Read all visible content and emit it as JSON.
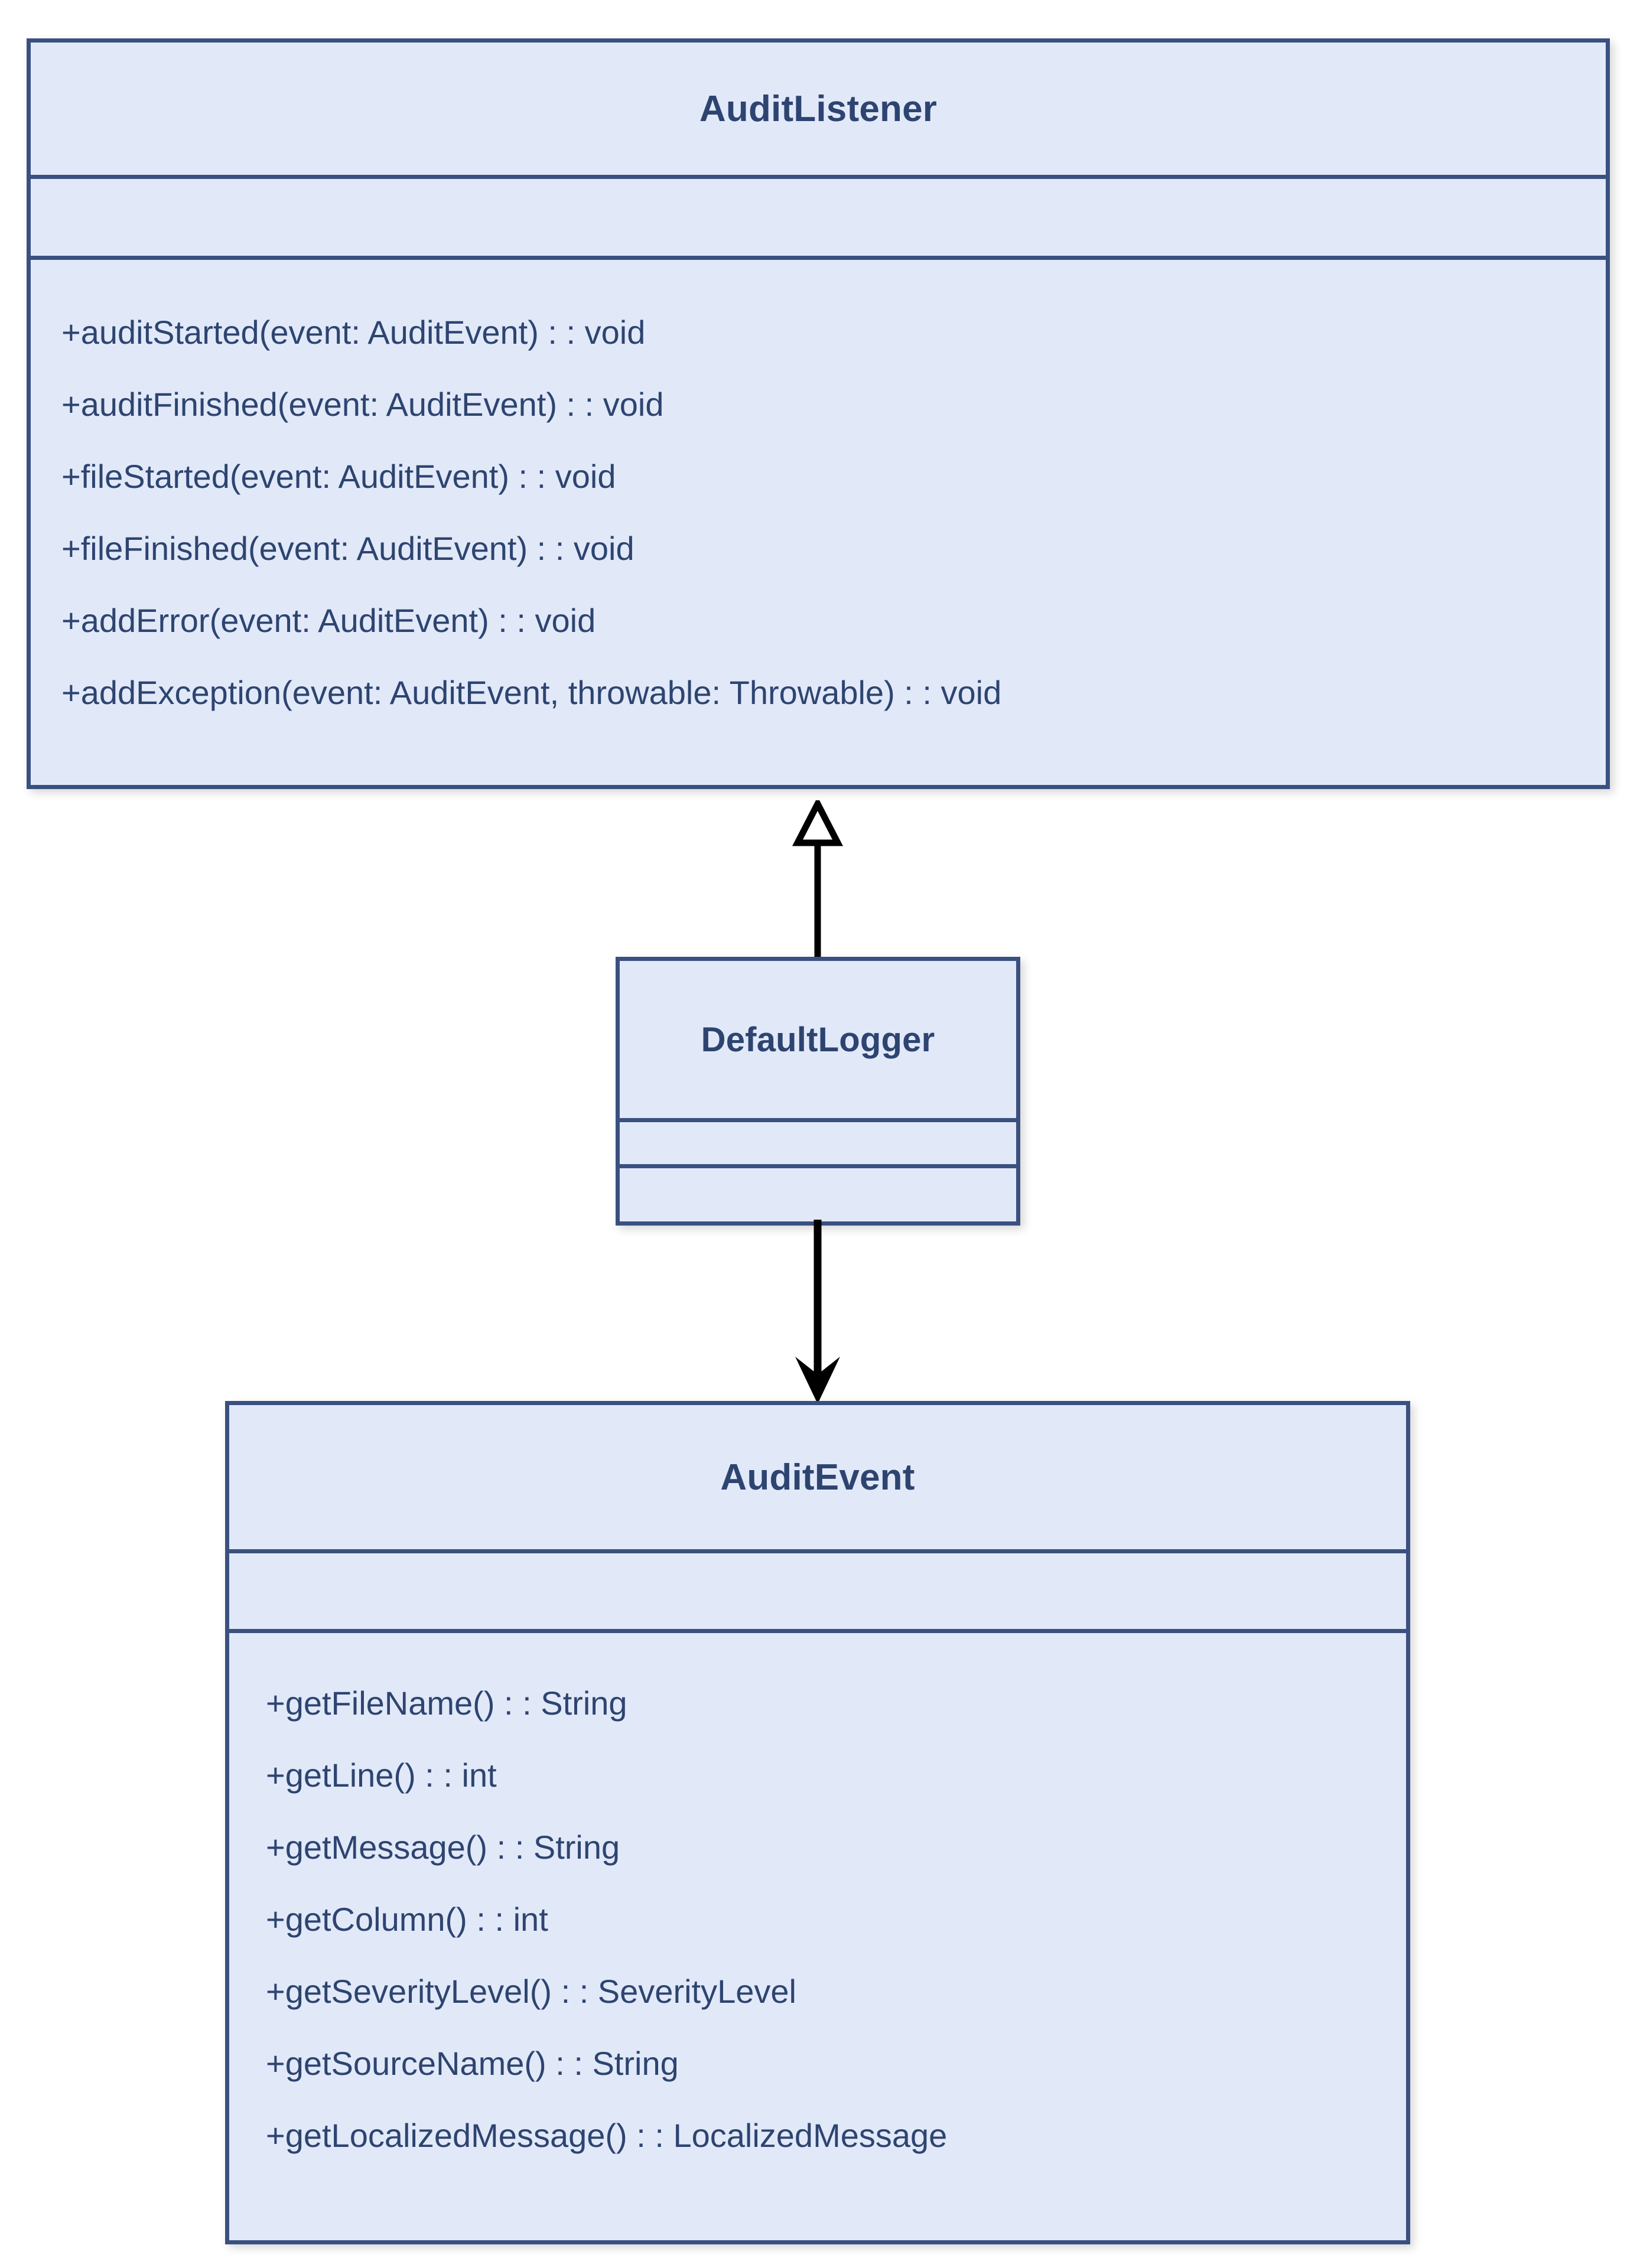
{
  "diagram": {
    "type": "uml-class-diagram",
    "colors": {
      "box_fill": "#e1e9f9",
      "box_border": "#3a5080",
      "text": "#2e4470",
      "connector": "#000000",
      "background": "#ffffff"
    }
  },
  "classes": [
    {
      "id": "audit-listener",
      "name": "AuditListener",
      "attributes": [],
      "methods": [
        "+auditStarted(event: AuditEvent) : : void",
        "+auditFinished(event: AuditEvent) : : void",
        "+fileStarted(event: AuditEvent) : : void",
        "+fileFinished(event: AuditEvent) : : void",
        "+addError(event: AuditEvent) : : void",
        "+addException(event: AuditEvent, throwable: Throwable) : : void"
      ]
    },
    {
      "id": "default-logger",
      "name": "DefaultLogger",
      "attributes": [],
      "methods": []
    },
    {
      "id": "audit-event",
      "name": "AuditEvent",
      "attributes": [],
      "methods": [
        "+getFileName() : : String",
        "+getLine() : : int",
        "+getMessage() : : String",
        "+getColumn() : : int",
        "+getSeverityLevel() : : SeverityLevel",
        "+getSourceName() : : String",
        "+getLocalizedMessage() : : LocalizedMessage"
      ]
    }
  ],
  "relationships": [
    {
      "id": "generalization",
      "from": "DefaultLogger",
      "to": "AuditListener",
      "arrow": "hollow-triangle",
      "direction": "up"
    },
    {
      "id": "association",
      "from": "DefaultLogger",
      "to": "AuditEvent",
      "arrow": "filled-arrow",
      "direction": "down"
    }
  ]
}
